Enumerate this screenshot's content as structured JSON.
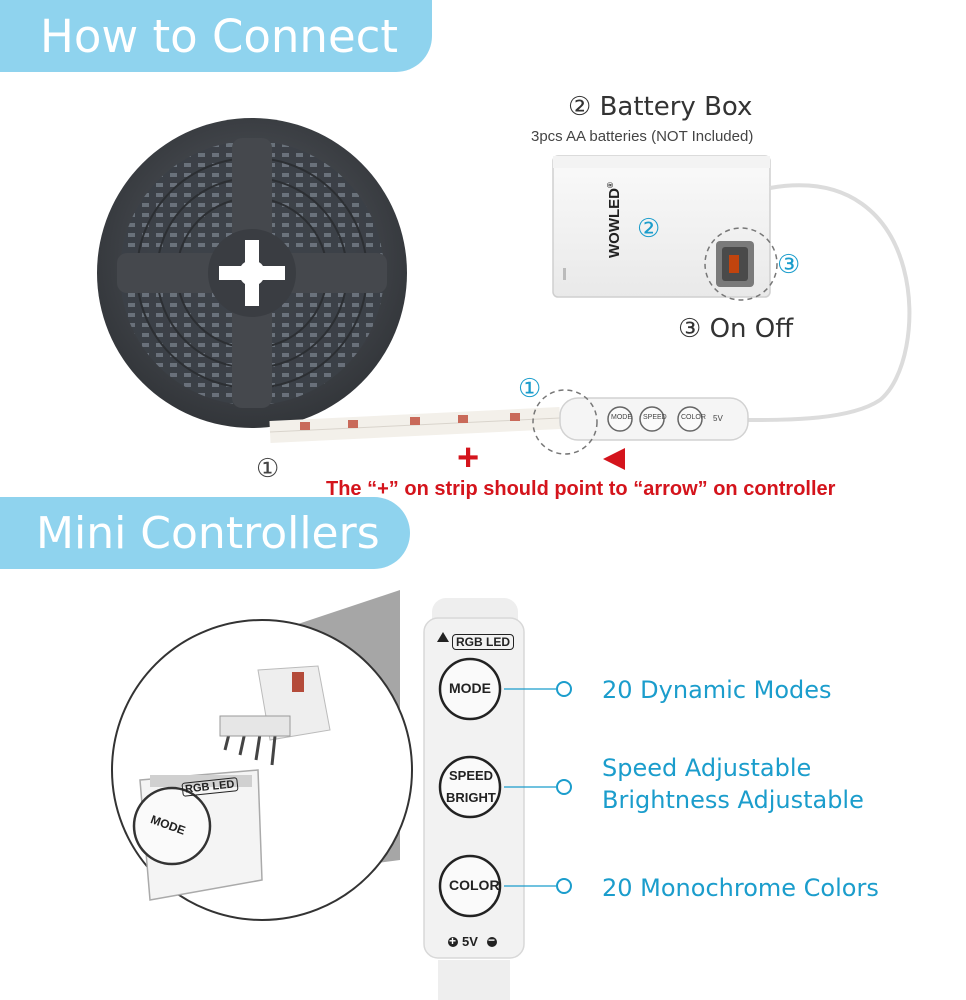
{
  "sections": {
    "connect_title": "How to Connect",
    "mini_title": "Mini Controllers"
  },
  "battery": {
    "num": "②",
    "title": "Battery Box",
    "subtitle": "3pcs AA batteries (NOT Included)",
    "brand": "WOWLED",
    "brand_mark": "®",
    "marker": "②"
  },
  "switch": {
    "marker": "③",
    "num": "③",
    "title": "On Off"
  },
  "connector": {
    "marker": "①",
    "left_marker": "①",
    "plus": "+",
    "note": "The “+”  on strip should point to  “arrow” on controller"
  },
  "controller": {
    "label": "RGB LED",
    "buttons": [
      "MODE",
      "SPEED",
      "BRIGHT",
      "COLOR"
    ],
    "power": "5V",
    "plus_symbol": "+",
    "minus_symbol": "−"
  },
  "inset": {
    "label": "RGB LED",
    "button": "MODE"
  },
  "features": [
    {
      "lines": [
        "20 Dynamic Modes"
      ]
    },
    {
      "lines": [
        "Speed Adjustable",
        "Brightness Adjustable"
      ]
    },
    {
      "lines": [
        "20 Monochrome Colors"
      ]
    }
  ],
  "colors": {
    "banner": "#8fd3ee",
    "feature_text": "#1b9dcc",
    "warning": "#d4141c",
    "reel": "#4a4d52"
  }
}
